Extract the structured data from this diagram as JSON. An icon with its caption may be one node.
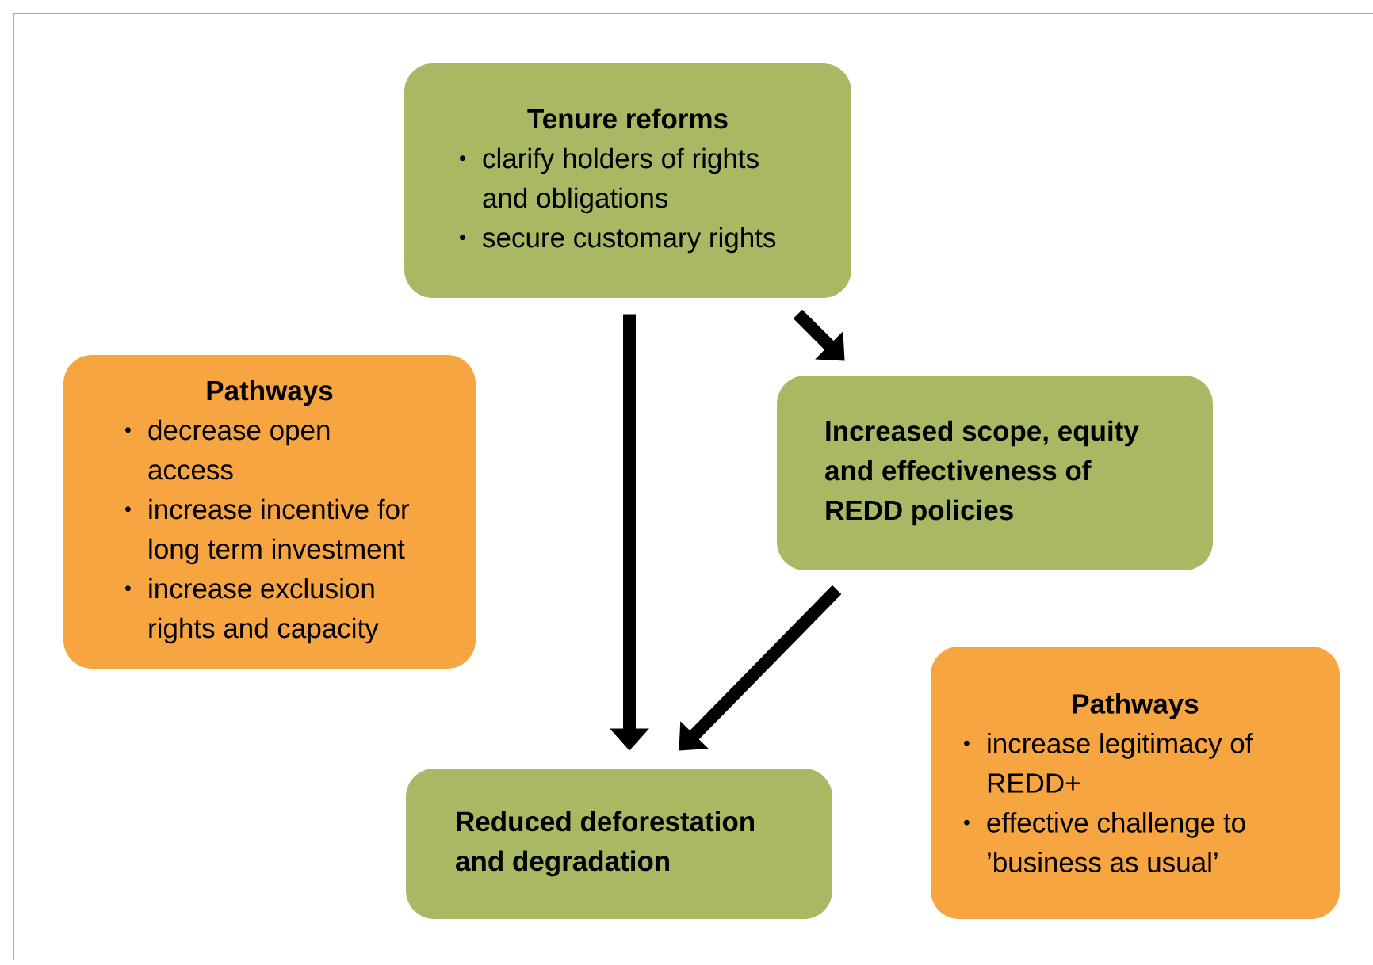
{
  "diagram": {
    "nodes": [
      {
        "text": [
          "Tenure reforms",
          "clarify holders of rights and obligations",
          "secure customary rights"
        ]
      },
      {
        "text": [
          "Pathways",
          "decrease open access",
          "increase incentive for long term investment",
          "increase exclusion rights and capacity"
        ]
      },
      {
        "text": [
          "Increased scope, equity and effectiveness of REDD policies"
        ]
      },
      {
        "text": [
          "Pathways",
          "increase legitimacy of REDD+",
          "effective challenge to ’business as usual’"
        ]
      },
      {
        "text": [
          "Reduced deforestation and degradation"
        ]
      }
    ],
    "edges": [
      {
        "from": 0,
        "to": 4,
        "arrow": "to"
      },
      {
        "from": 0,
        "to": 2,
        "arrow": "to"
      },
      {
        "from": 2,
        "to": 4,
        "arrow": "to"
      }
    ]
  }
}
